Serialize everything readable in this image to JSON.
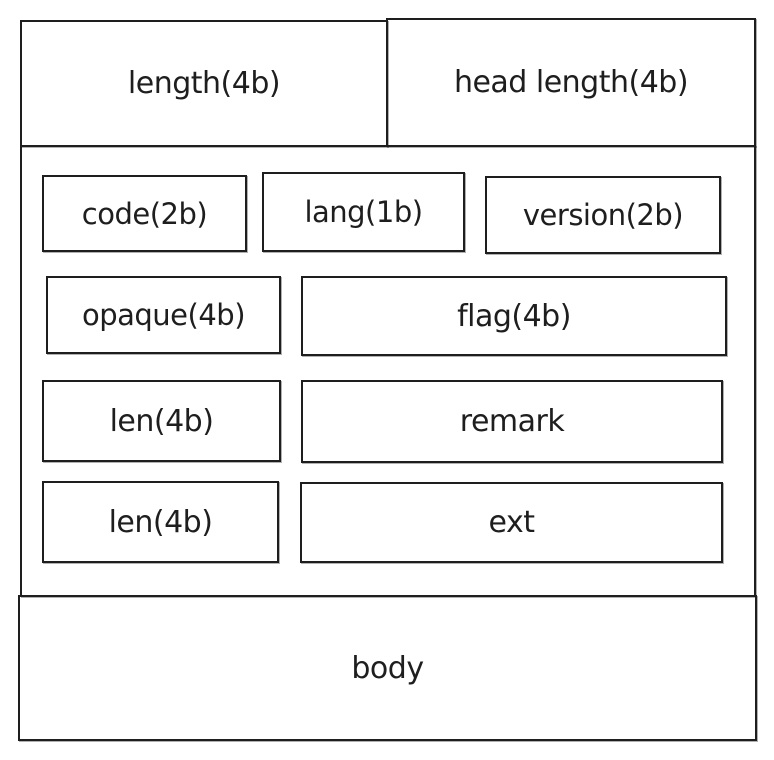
{
  "top_row": {
    "length_label": "length(4b)",
    "head_length_label": "head length(4b)"
  },
  "header": {
    "row1": {
      "code_label": "code(2b)",
      "lang_label": "lang(1b)",
      "version_label": "version(2b)"
    },
    "row2": {
      "opaque_label": "opaque(4b)",
      "flag_label": "flag(4b)"
    },
    "row3": {
      "len_label": "len(4b)",
      "remark_label": "remark"
    },
    "row4": {
      "len_label": "len(4b)",
      "ext_label": "ext"
    }
  },
  "body_section": {
    "body_label": "body"
  },
  "colors": {
    "stroke": "#1e1e1e",
    "background": "#ffffff"
  }
}
